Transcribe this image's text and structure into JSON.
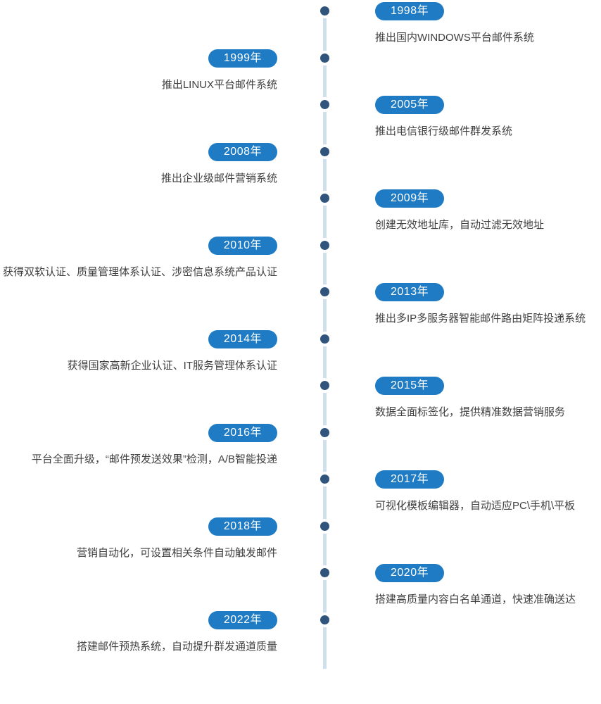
{
  "colors": {
    "badge_blue": "#1e7bc4",
    "dot_navy": "#31547c",
    "line_light_blue": "#cfe0eb",
    "text_dark": "#3f3f3f",
    "badge_text": "#ffffff",
    "background": "#ffffff"
  },
  "timeline": {
    "items": [
      {
        "year": "1998年",
        "side": "right",
        "description": "推出国内WINDOWS平台邮件系统"
      },
      {
        "year": "1999年",
        "side": "left",
        "description": "推出LINUX平台邮件系统"
      },
      {
        "year": "2005年",
        "side": "right",
        "description": "推出电信银行级邮件群发系统"
      },
      {
        "year": "2008年",
        "side": "left",
        "description": "推出企业级邮件营销系统"
      },
      {
        "year": "2009年",
        "side": "right",
        "description": "创建无效地址库，自动过滤无效地址"
      },
      {
        "year": "2010年",
        "side": "left",
        "description": "获得双软认证、质量管理体系认证、涉密信息系统产品认证"
      },
      {
        "year": "2013年",
        "side": "right",
        "description": "推出多IP多服务器智能邮件路由矩阵投递系统"
      },
      {
        "year": "2014年",
        "side": "left",
        "description": "获得国家高新企业认证、IT服务管理体系认证"
      },
      {
        "year": "2015年",
        "side": "right",
        "description": "数据全面标签化，提供精准数据营销服务"
      },
      {
        "year": "2016年",
        "side": "left",
        "description": "平台全面升级，“邮件预发送效果”检测，A/B智能投递"
      },
      {
        "year": "2017年",
        "side": "right",
        "description": "可视化模板编辑器，自动适应PC\\手机\\平板"
      },
      {
        "year": "2018年",
        "side": "left",
        "description": "营销自动化，可设置相关条件自动触发邮件"
      },
      {
        "year": "2020年",
        "side": "right",
        "description": "搭建高质量内容白名单通道，快速准确送达"
      },
      {
        "year": "2022年",
        "side": "left",
        "description": "搭建邮件预热系统，自动提升群发通道质量"
      }
    ]
  }
}
